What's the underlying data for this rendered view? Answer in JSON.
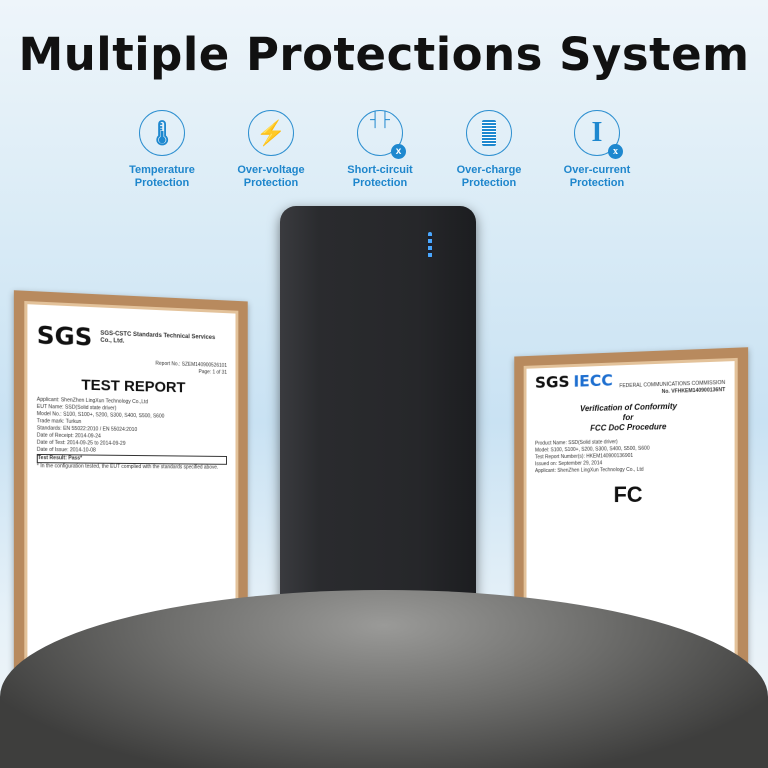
{
  "title": "Multiple Protections System",
  "features": [
    {
      "icon": "thermometer-icon",
      "l1": "Temperature",
      "l2": "Protection"
    },
    {
      "icon": "lightning-icon",
      "l1": "Over-voltage",
      "l2": "Protection"
    },
    {
      "icon": "short-circuit-icon",
      "l1": "Short-circuit",
      "l2": "Protection"
    },
    {
      "icon": "battery-icon",
      "l1": "Over-charge",
      "l2": "Protection"
    },
    {
      "icon": "current-icon",
      "l1": "Over-current",
      "l2": "Protection"
    }
  ],
  "colors": {
    "accent": "#1e88cf",
    "frame": "#b88a5e"
  },
  "cert_left": {
    "logo": "SGS",
    "company": "SGS-CSTC Standards Technical Services Co., Ltd.",
    "report_no": "Report No.: SZEM140900526101",
    "page": "Page: 1 of 31",
    "heading": "TEST REPORT",
    "rows": [
      "Applicant: ShenZhen LingXun Technology Co.,Ltd",
      "EUT Name: SSD(Solid state driver)",
      "Model No.: S100, S100+, S200, S300, S400, S500, S600",
      "Trade mark: Turkun",
      "Standards: EN 55022:2010 / EN 55024:2010",
      "Date of Receipt: 2014-09-24",
      "Date of Test: 2014-09-25 to 2014-09-29",
      "Date of Issue: 2014-10-08",
      "Test Result: Pass*"
    ],
    "note": "* In the configuration tested, the EUT complied with the standards specified above."
  },
  "cert_right": {
    "logo1": "SGS",
    "logo2": "IECC",
    "agency": "FEDERAL COMMUNICATIONS COMMISSION",
    "no": "No. VFHKEM140900136NT",
    "h1": "Verification of Conformity",
    "h2": "for",
    "h3": "FCC DoC Procedure",
    "rows": [
      "Product Name: SSD(Solid state driver)",
      "Model: S100, S100+, S200, S300, S400, S500, S600",
      "Test Report Number(s): HKEM140900136901",
      "Issued on: September 29, 2014",
      "Applicant: ShenZhen LingXun Technology Co., Ltd"
    ],
    "fcc": "FC"
  }
}
